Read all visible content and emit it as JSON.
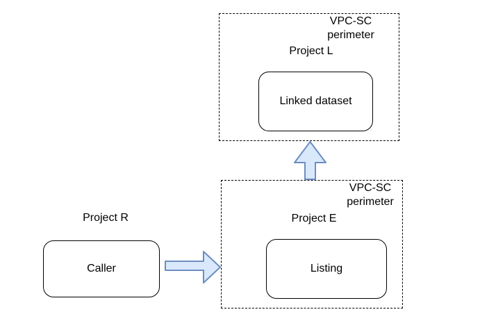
{
  "diagram": {
    "background": "#ffffff",
    "colors": {
      "arrow_fill": "#dae8fc",
      "arrow_stroke": "#6c8ebf",
      "shape_stroke": "#000000",
      "dashed_border": "#000000",
      "text": "#000000"
    },
    "perimeter_top": {
      "title": "VPC-SC\nperimeter",
      "project_label": "Project L",
      "node_label": "Linked dataset"
    },
    "perimeter_bottom": {
      "title": "VPC-SC\nperimeter",
      "project_label": "Project E",
      "node_label": "Listing"
    },
    "external": {
      "project_label": "Project R",
      "node_label": "Caller"
    }
  }
}
